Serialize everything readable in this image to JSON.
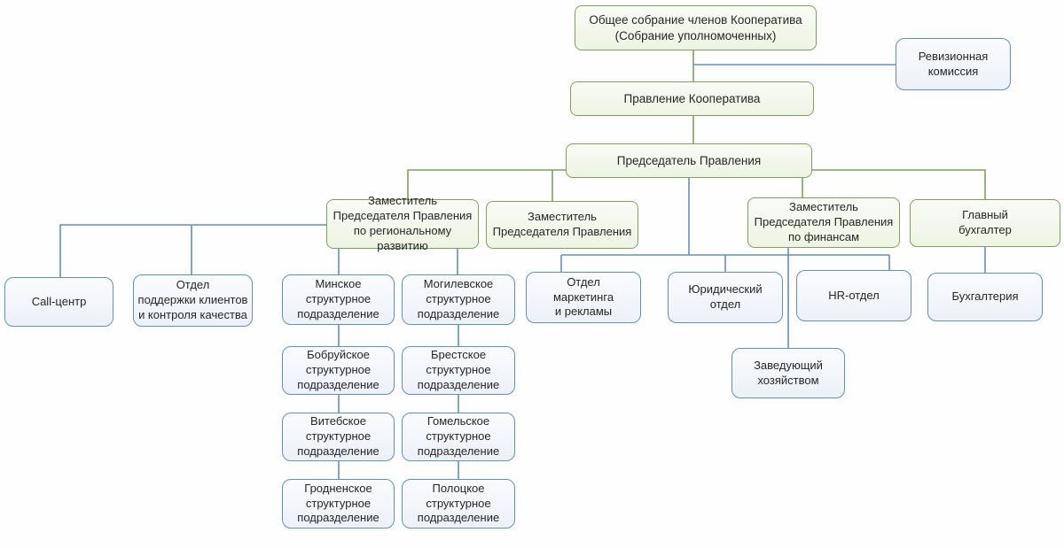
{
  "colors": {
    "green_border": "#7f9f62",
    "blue_border": "#6590b6",
    "text": "#262626",
    "background": "#fefefe"
  },
  "nodes": {
    "general_meeting": {
      "label": "Общее собрание членов Кооператива\n(Собрание уполномоченных)"
    },
    "audit_commission": {
      "label": "Ревизионная\nкомиссия"
    },
    "board": {
      "label": "Правление Кооператива"
    },
    "chairman": {
      "label": "Председатель Правления"
    },
    "deputy_regional": {
      "label": "Заместитель\nПредседателя Правления\nпо региональному развитию"
    },
    "deputy_general": {
      "label": "Заместитель\nПредседателя Правления"
    },
    "deputy_finance": {
      "label": "Заместитель\nПредседателя Правления\nпо финансам"
    },
    "chief_accountant": {
      "label": "Главный\nбухгалтер"
    },
    "call_center": {
      "label": "Call-центр"
    },
    "support_department": {
      "label": "Отдел\nподдержки клиентов\nи контроля качества"
    },
    "minsk_unit": {
      "label": "Минское\nструктурное\nподразделение"
    },
    "mogilev_unit": {
      "label": "Могилевское\nструктурное\nподразделение"
    },
    "marketing_department": {
      "label": "Отдел\nмаркетинга\nи рекламы"
    },
    "legal_department": {
      "label": "Юридический\nотдел"
    },
    "hr_department": {
      "label": "HR-отдел"
    },
    "accounting": {
      "label": "Бухгалтерия"
    },
    "household_manager": {
      "label": "Заведующий\nхозяйством"
    },
    "bobruisk_unit": {
      "label": "Бобруйское\nструктурное\nподразделение"
    },
    "brest_unit": {
      "label": "Брестское\nструктурное\nподразделение"
    },
    "vitebsk_unit": {
      "label": "Витебское\nструктурное\nподразделение"
    },
    "gomel_unit": {
      "label": "Гомельское\nструктурное\nподразделение"
    },
    "grodno_unit": {
      "label": "Гродненское\nструктурное\nподразделение"
    },
    "polotsk_unit": {
      "label": "Полоцкое\nструктурное\nподразделение"
    }
  },
  "edges": [
    {
      "from": "general_meeting",
      "to": "board"
    },
    {
      "from": "general_meeting",
      "to": "audit_commission"
    },
    {
      "from": "board",
      "to": "chairman"
    },
    {
      "from": "chairman",
      "to": "deputy_regional"
    },
    {
      "from": "chairman",
      "to": "deputy_general"
    },
    {
      "from": "chairman",
      "to": "deputy_finance"
    },
    {
      "from": "chairman",
      "to": "chief_accountant"
    },
    {
      "from": "chairman",
      "to": "marketing_department"
    },
    {
      "from": "chairman",
      "to": "legal_department"
    },
    {
      "from": "chairman",
      "to": "hr_department"
    },
    {
      "from": "deputy_regional",
      "to": "call_center"
    },
    {
      "from": "deputy_regional",
      "to": "support_department"
    },
    {
      "from": "deputy_regional",
      "to": "minsk_unit"
    },
    {
      "from": "deputy_regional",
      "to": "mogilev_unit"
    },
    {
      "from": "deputy_finance",
      "to": "household_manager"
    },
    {
      "from": "chief_accountant",
      "to": "accounting"
    },
    {
      "from": "minsk_unit",
      "to": "bobruisk_unit"
    },
    {
      "from": "bobruisk_unit",
      "to": "vitebsk_unit"
    },
    {
      "from": "vitebsk_unit",
      "to": "grodno_unit"
    },
    {
      "from": "mogilev_unit",
      "to": "brest_unit"
    },
    {
      "from": "brest_unit",
      "to": "gomel_unit"
    },
    {
      "from": "gomel_unit",
      "to": "polotsk_unit"
    }
  ]
}
